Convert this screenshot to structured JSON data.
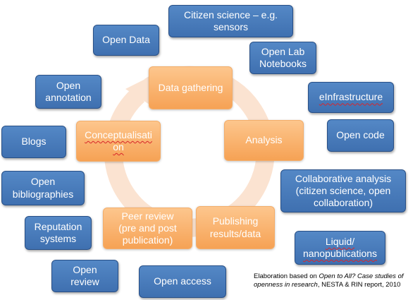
{
  "cycle": {
    "stages": [
      {
        "id": "data-gathering",
        "label": "Data gathering"
      },
      {
        "id": "analysis",
        "label": "Analysis"
      },
      {
        "id": "publishing",
        "label": "Publishing\nresults/data"
      },
      {
        "id": "peer-review",
        "label": "Peer review\n(pre and post\npublication)"
      },
      {
        "id": "conceptualisation",
        "label": "Conceptualisati\non"
      }
    ]
  },
  "practices": [
    {
      "id": "open-data",
      "label": "Open Data"
    },
    {
      "id": "citizen-science",
      "label": "Citizen science – e.g.\nsensors"
    },
    {
      "id": "open-lab-notebooks",
      "label": "Open Lab\nNotebooks"
    },
    {
      "id": "einfrastructure",
      "label": "eInfrastructure"
    },
    {
      "id": "open-code",
      "label": "Open code"
    },
    {
      "id": "collaborative-analysis",
      "label": "Collaborative analysis\n(citizen science, open\ncollaboration)"
    },
    {
      "id": "liquid-nanopublications",
      "label": "Liquid/\nnanopublications"
    },
    {
      "id": "open-access",
      "label": "Open access"
    },
    {
      "id": "open-review",
      "label": "Open\nreview"
    },
    {
      "id": "reputation-systems",
      "label": "Reputation\nsystems"
    },
    {
      "id": "open-bibliographies",
      "label": "Open\nbibliographies"
    },
    {
      "id": "blogs",
      "label": "Blogs"
    },
    {
      "id": "open-annotation",
      "label": "Open\nannotation"
    }
  ],
  "caption": {
    "prefix": "Elaboration based on ",
    "title": "Open to All? Case studies of openness in research",
    "suffix": ", NESTA & RIN report, 2010"
  },
  "colors": {
    "practice_fill": "#4a7dbd",
    "practice_border": "#284f86",
    "stage_fill": "#f8ad66",
    "ring": "#fbe3d1"
  }
}
